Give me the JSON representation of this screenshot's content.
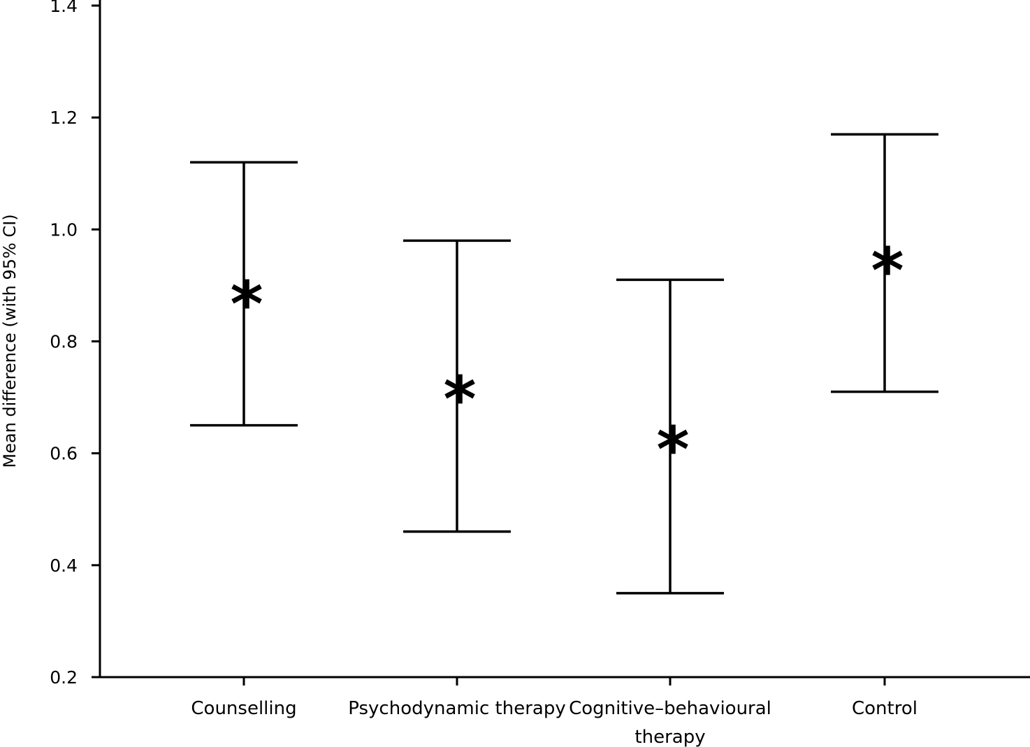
{
  "chart_data": {
    "type": "scatter",
    "subtype": "error-bar",
    "title": "",
    "xlabel": "",
    "ylabel": "Mean difference (with 95% CI)",
    "ylim": [
      0.2,
      1.4
    ],
    "yticks": [
      0.2,
      0.4,
      0.6,
      0.8,
      1.0,
      1.2,
      1.4
    ],
    "ytick_labels": [
      "0.2",
      "0.4",
      "0.6",
      "0.8",
      "1.0",
      "1.2",
      "1.4"
    ],
    "grid": false,
    "marker": "*",
    "color": "#000000",
    "categories": [
      [
        "Counselling"
      ],
      [
        "Psychodynamic therapy"
      ],
      [
        "Cognitive–behavioural",
        "therapy"
      ],
      [
        "Control"
      ]
    ],
    "points": [
      {
        "mean": 0.88,
        "lower": 0.65,
        "upper": 1.12
      },
      {
        "mean": 0.71,
        "lower": 0.46,
        "upper": 0.98
      },
      {
        "mean": 0.62,
        "lower": 0.35,
        "upper": 0.91
      },
      {
        "mean": 0.94,
        "lower": 0.71,
        "upper": 1.17
      }
    ]
  }
}
